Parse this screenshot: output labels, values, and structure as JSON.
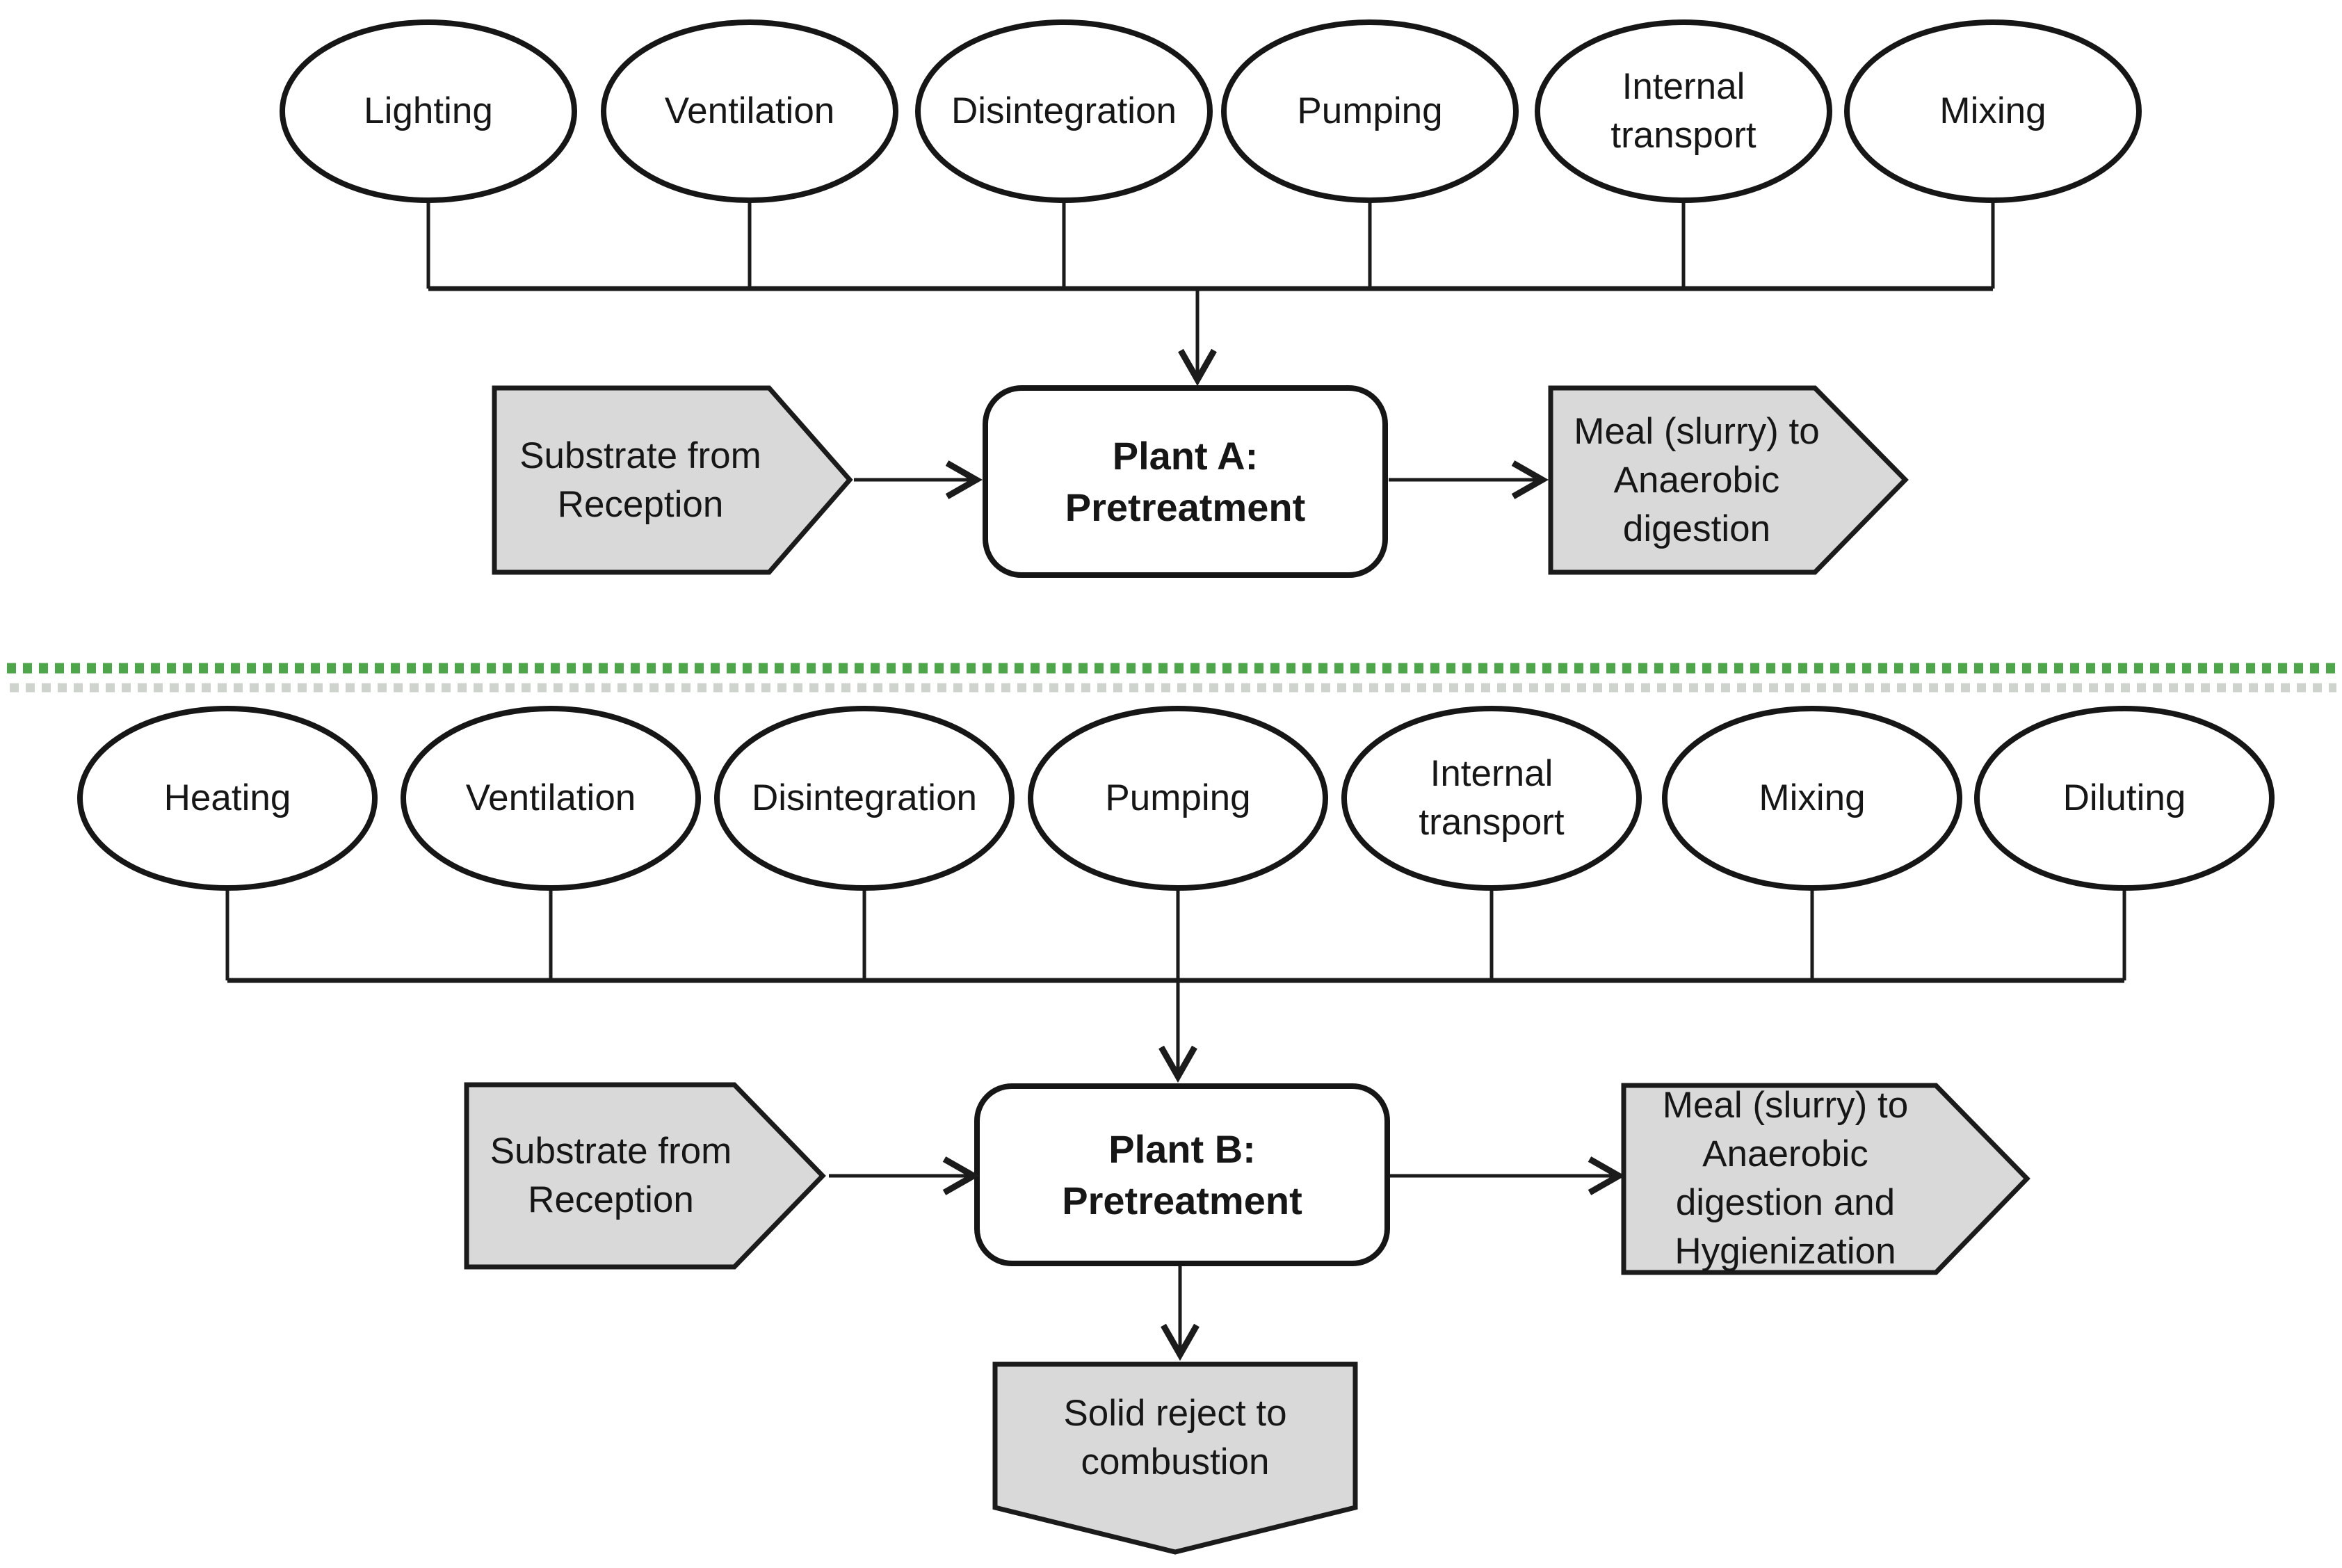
{
  "colors": {
    "divider_green": "#4da64a",
    "shape_fill": "#d9d9d9",
    "line": "#1b1b1b"
  },
  "plant_a": {
    "inputs": [
      "Lighting",
      "Ventilation",
      "Disintegration",
      "Pumping",
      "Internal\ntransport",
      "Mixing"
    ],
    "substrate": "Substrate from\nReception",
    "box": "Plant A:\nPretreatment",
    "output": "Meal (slurry) to\nAnaerobic\ndigestion"
  },
  "plant_b": {
    "inputs": [
      "Heating",
      "Ventilation",
      "Disintegration",
      "Pumping",
      "Internal\ntransport",
      "Mixing",
      "Diluting"
    ],
    "substrate": "Substrate from\nReception",
    "box": "Plant B:\nPretreatment",
    "output": "Meal (slurry) to\nAnaerobic\ndigestion and\nHygienization",
    "reject": "Solid reject to\ncombustion"
  }
}
